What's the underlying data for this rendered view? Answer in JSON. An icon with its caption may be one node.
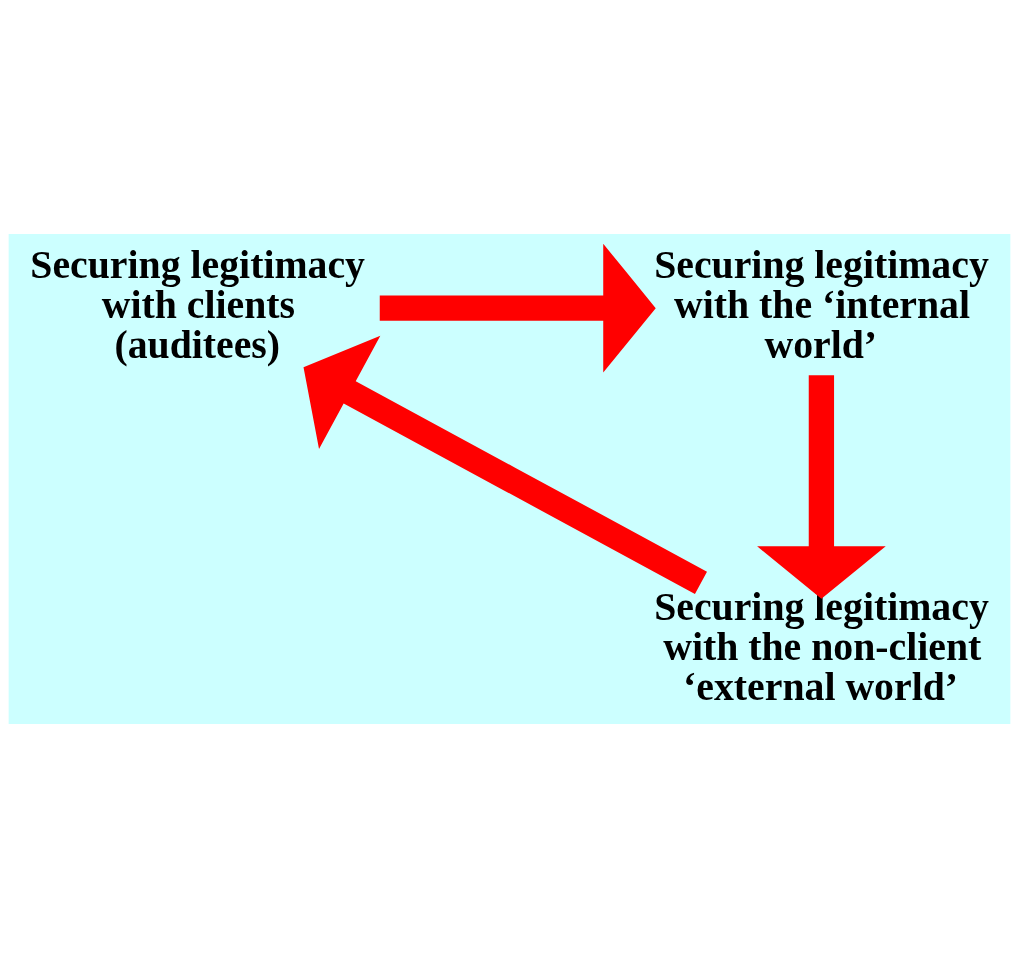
{
  "diagram": {
    "nodes": [
      {
        "text": [
          "Securing legitimacy with clients (auditees)"
        ]
      },
      {
        "text": [
          "Securing legitimacy with the ‘internal world’"
        ]
      },
      {
        "text": [
          "Securing legitimacy with the non-client ‘external world’"
        ]
      }
    ],
    "edges": [
      {
        "from": 0,
        "to": 1,
        "arrow": "to"
      },
      {
        "from": 1,
        "to": 2,
        "arrow": "to"
      },
      {
        "from": 2,
        "to": 0,
        "arrow": "to"
      }
    ]
  }
}
